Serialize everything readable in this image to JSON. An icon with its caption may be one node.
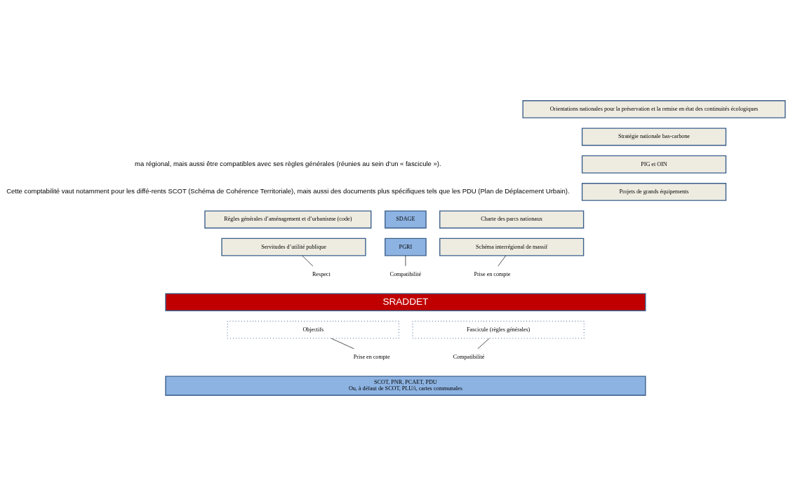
{
  "diagram": {
    "nodes": [
      {
        "text": [
          "Règles générales d’aménagement et d’urbanisme (code)"
        ]
      },
      {
        "text": [
          "Servitudes d’utilité publique"
        ]
      },
      {
        "text": [
          "SDAGE"
        ]
      },
      {
        "text": [
          "PGRI"
        ]
      },
      {
        "text": [
          "Orientations nationales pour la préservation et la remise en état des continuités écologiques"
        ]
      },
      {
        "text": [
          "Stratégie nationale bas-carbone"
        ]
      },
      {
        "text": [
          "PIG et OIN"
        ]
      },
      {
        "text": [
          "Projets de grands équipements"
        ]
      },
      {
        "text": [
          "Charte des parcs nationaux"
        ]
      },
      {
        "text": [
          "Schéma interrégional de massif"
        ]
      },
      {
        "text": [
          "Respect"
        ]
      },
      {
        "text": [
          "Compatibilité"
        ]
      },
      {
        "text": [
          "Prise en compte"
        ]
      },
      {
        "text": [
          "SRADDET"
        ]
      },
      {
        "text": [
          "Objectifs"
        ]
      },
      {
        "text": [
          "Fascicule (règles générales)"
        ]
      },
      {
        "text": [
          "Prise en compte"
        ]
      },
      {
        "text": [
          "Compatibilité"
        ]
      },
      {
        "text": [
          "SCOT, PNR, PCAET, PDU",
          "Ou, à défaut de SCOT, PLU/i, cartes communales"
        ]
      }
    ],
    "edges": [
      {
        "from": 1,
        "to": 10,
        "arrow": "none"
      },
      {
        "from": 3,
        "to": 11,
        "arrow": "none"
      },
      {
        "from": 9,
        "to": 12,
        "arrow": "none"
      },
      {
        "from": 14,
        "to": 16,
        "arrow": "none"
      },
      {
        "from": 15,
        "to": 17,
        "arrow": "none"
      }
    ],
    "labels": [
      "ma régional, mais aussi être compatibles avec ses règles générales (réunies au sein d’un « fascicule »).",
      "Cette comptabilité vaut notamment pour les diffé-rents SCOT (Schéma de Cohérence Territoriale), mais aussi des documents plus spécifiques tels que les PDU (Plan de Déplacement Urbain)."
    ]
  }
}
